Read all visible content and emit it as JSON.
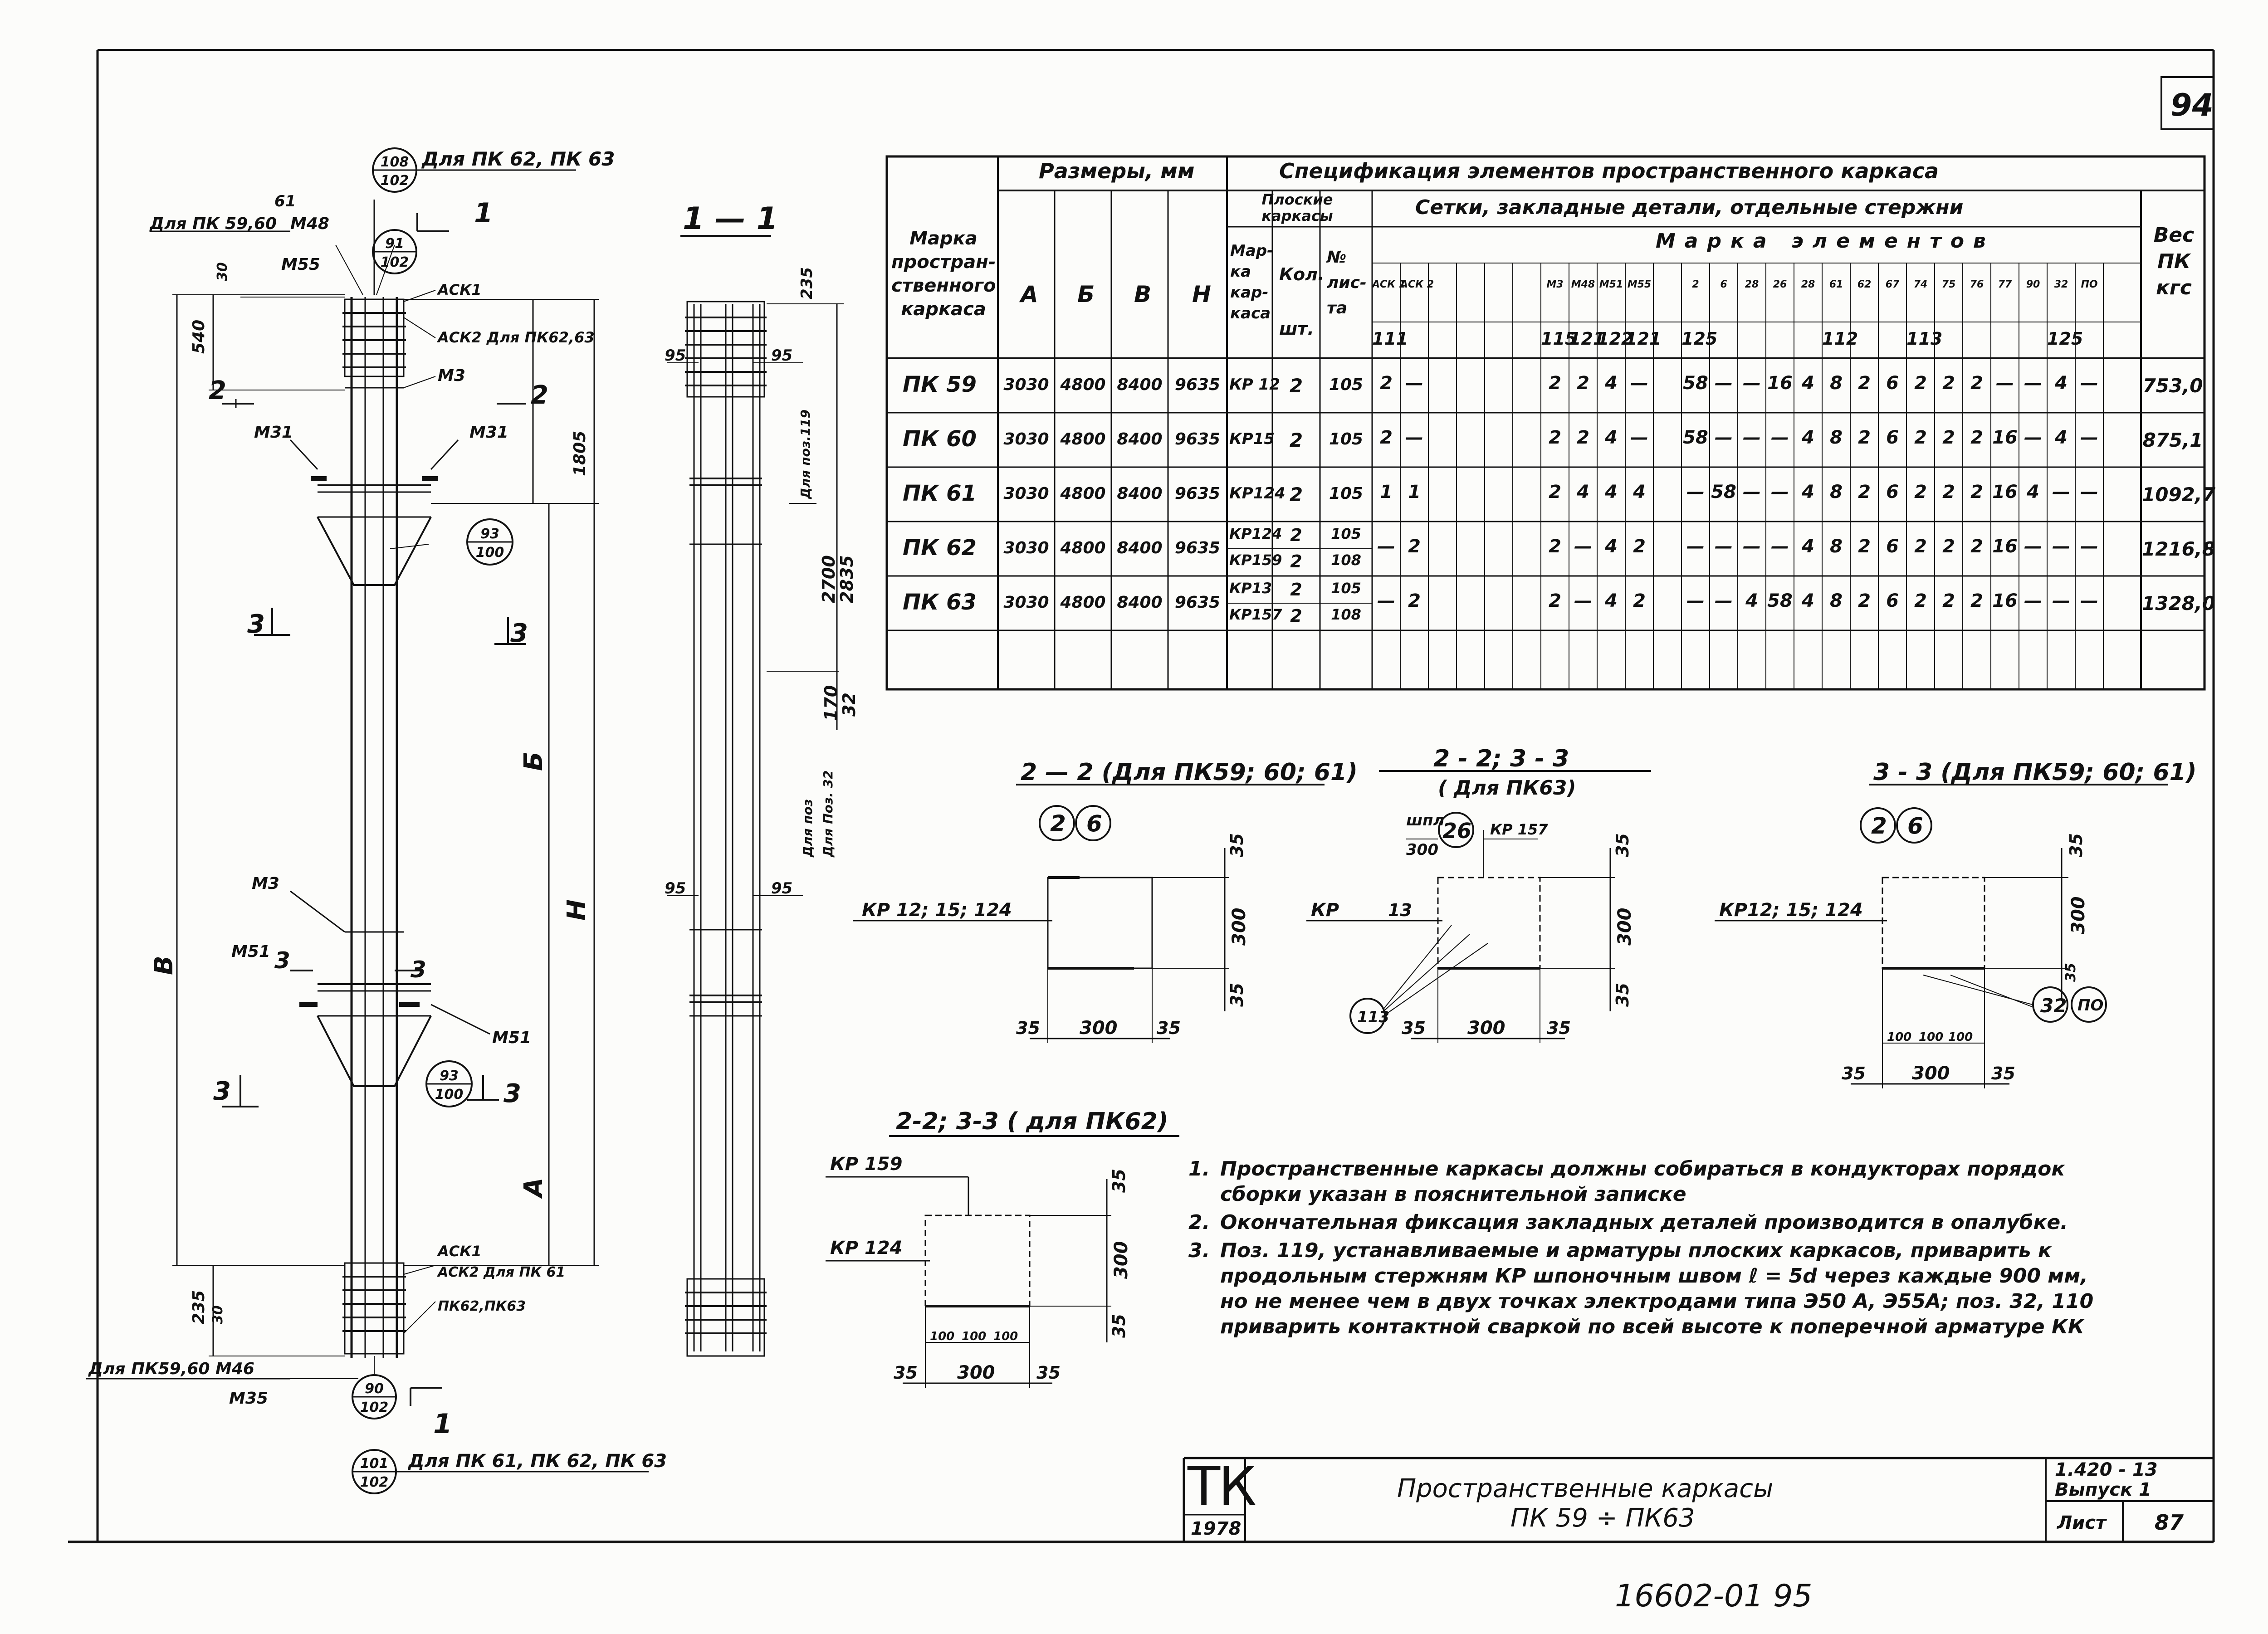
{
  "sheet": {
    "corner_number": "94",
    "handwritten_bottom": "16602-01 95"
  },
  "elevation": {
    "callouts_top": [
      {
        "top": "108",
        "bottom": "102"
      },
      {
        "top": "91",
        "bottom": "102"
      }
    ],
    "callouts_side": [
      {
        "top": "93",
        "bottom": "100"
      },
      {
        "top": "93",
        "bottom": "100"
      }
    ],
    "callouts_bottom": [
      {
        "top": "90",
        "bottom": "102"
      },
      {
        "top": "101",
        "bottom": "102"
      }
    ],
    "labels": {
      "for_pk62_63_top": "Для ПК 62, ПК 63",
      "for_pk59_60": "Для ПК 59,60",
      "m48": "М48",
      "m55": "М55",
      "dim_61": "61",
      "dim_30": "30",
      "dim_540": "540",
      "ask1": "АСК1",
      "ask2_top": "АСК2 Для ПК62,63",
      "m3": "М3",
      "m31": "М31",
      "m51": "М51",
      "dim_1805": "1805",
      "label_b_big": "Б",
      "label_h": "H",
      "label_v": "В",
      "label_a": "А",
      "ask1_b": "АСК1",
      "ask2_bot": "АСК2 Для ПК 61",
      "pk62_63": "ПК62,ПК63",
      "dim_235": "235",
      "dim_30b": "30",
      "for_pk59_60_m46": "Для ПК59,60 М46",
      "m35": "М35",
      "for_pk61_62_63": "Для ПК 61, ПК 62, ПК 63",
      "cut_1": "1",
      "cut_2": "2",
      "cut_3": "3"
    }
  },
  "section11": {
    "title": "1 — 1",
    "dim_235": "235",
    "dim_95": "95",
    "for_poz119": "Для поз.119",
    "dim_2700": "2700",
    "dim_2835": "2835",
    "dim_170": "170",
    "dim_32": "32",
    "for_poz": "Для поз",
    "for_poz32": "Для Поз. 32"
  },
  "table": {
    "header_mark": "Марка простран-ственного каркаса",
    "header_sizes": "Размеры, мм",
    "header_spec": "Спецификация элементов пространственного каркаса",
    "header_flat": "Плоские каркасы",
    "header_meshes": "Сетки, закладные детали, отдельные стержни",
    "header_marks": "Марка элементов",
    "header_weight": "Вес ПК кгс",
    "cols_sizes": [
      "А",
      "Б",
      "В",
      "Н"
    ],
    "col_mark": "Мар-ка кар-каса",
    "col_qty": "Кол. шт.",
    "col_sheet": "№ лис-та",
    "sub_top": [
      "АСК 1",
      "АСК 2",
      "",
      "",
      "",
      "",
      "М3",
      "М48",
      "М51",
      "М55",
      "",
      "2",
      "6",
      "28",
      "26",
      "28",
      "61",
      "62",
      "67",
      "74",
      "75",
      "76",
      "77",
      "90",
      "32",
      "ПО"
    ],
    "sub_bot": [
      "111",
      "",
      "",
      "",
      "",
      "",
      "115",
      "121",
      "122",
      "121",
      "",
      "125",
      "",
      "",
      "",
      "",
      "112",
      "",
      "",
      "113",
      "",
      "",
      "",
      "",
      "125",
      ""
    ],
    "rows": [
      {
        "mark": "ПК 59",
        "a": "3030",
        "b": "4800",
        "v": "8400",
        "h": "9635",
        "kp": "КР 12",
        "qty": "2",
        "sheet": "105",
        "cells": [
          "2",
          "—",
          "",
          "",
          "",
          "",
          "2",
          "2",
          "4",
          "—",
          "",
          "58",
          "—",
          "—",
          "16",
          "4",
          "8",
          "2",
          "6",
          "2",
          "2",
          "2",
          "—",
          "—",
          "4",
          "—"
        ],
        "weight": "753,0"
      },
      {
        "mark": "ПК 60",
        "a": "3030",
        "b": "4800",
        "v": "8400",
        "h": "9635",
        "kp": "КР15",
        "qty": "2",
        "sheet": "105",
        "cells": [
          "2",
          "—",
          "",
          "",
          "",
          "",
          "2",
          "2",
          "4",
          "—",
          "",
          "58",
          "—",
          "—",
          "—",
          "4",
          "8",
          "2",
          "6",
          "2",
          "2",
          "2",
          "16",
          "—",
          "4",
          "—"
        ],
        "weight": "875,1"
      },
      {
        "mark": "ПК 61",
        "a": "3030",
        "b": "4800",
        "v": "8400",
        "h": "9635",
        "kp": "КР124",
        "qty": "2",
        "sheet": "105",
        "cells": [
          "1",
          "1",
          "",
          "",
          "",
          "",
          "2",
          "4",
          "4",
          "4",
          "",
          "—",
          "58",
          "—",
          "—",
          "4",
          "8",
          "2",
          "6",
          "2",
          "2",
          "2",
          "16",
          "4",
          "—",
          "—"
        ],
        "weight": "1092,7"
      },
      {
        "mark": "ПК 62",
        "a": "3030",
        "b": "4800",
        "v": "8400",
        "h": "9635",
        "kp": "КР124",
        "kp2": "КР159",
        "qty": "2",
        "qty2": "2",
        "sheet": "105",
        "sheet2": "108",
        "cells": [
          "—",
          "2",
          "",
          "",
          "",
          "",
          "2",
          "—",
          "4",
          "2",
          "",
          "—",
          "—",
          "—",
          "—",
          "4",
          "8",
          "2",
          "6",
          "2",
          "2",
          "2",
          "16",
          "—",
          "—",
          "—"
        ],
        "weight": "1216,8"
      },
      {
        "mark": "ПК 63",
        "a": "3030",
        "b": "4800",
        "v": "8400",
        "h": "9635",
        "kp": "КР13",
        "kp2": "КР157",
        "qty": "2",
        "qty2": "2",
        "sheet": "105",
        "sheet2": "108",
        "cells": [
          "—",
          "2",
          "",
          "",
          "",
          "",
          "2",
          "—",
          "4",
          "2",
          "",
          "—",
          "—",
          "4",
          "58",
          "4",
          "8",
          "2",
          "6",
          "2",
          "2",
          "2",
          "16",
          "—",
          "—",
          "—"
        ],
        "weight": "1328,0"
      }
    ]
  },
  "sections": {
    "s22": {
      "title": "2 — 2 (Для ПК59; 60; 61)",
      "c1": "2",
      "c2": "6",
      "kp": "КР 12; 15; 124",
      "d35a": "35",
      "d300": "300",
      "d35b": "35",
      "d35c": "35",
      "d300b": "300",
      "d35d": "35"
    },
    "s2233": {
      "title": "2 - 2;  3 - 3",
      "sub": "( Для ПК63)",
      "shpl": "шпл",
      "shpl300": "300",
      "c1": "26",
      "kp159": "КР 157",
      "kp": "КР",
      "kp13": "13",
      "c113": "113",
      "d35a": "35",
      "d300": "300",
      "d35b": "35",
      "d35c": "35",
      "d300b": "300",
      "d35d": "35"
    },
    "s33": {
      "title": "3 - 3 (Для ПК59; 60; 61)",
      "c1": "2",
      "c2": "6",
      "kp": "КР12; 15; 124",
      "d35a": "35",
      "d300": "300",
      "d35b": "35",
      "d100a": "100",
      "d100b": "100",
      "d100c": "100",
      "d35c": "35",
      "d300b": "300",
      "d35d": "35",
      "c32": "32",
      "cpo": "ПО"
    },
    "s2262": {
      "title": "2-2; 3-3 ( для ПК62)",
      "kp159": "КР 159",
      "kp124": "КР 124",
      "d35a": "35",
      "d300": "300",
      "d35b": "35",
      "d100a": "100",
      "d100b": "100",
      "d100c": "100",
      "d35c": "35",
      "d300b": "300",
      "d35d": "35"
    }
  },
  "notes": [
    {
      "num": "1.",
      "text": "Пространственные каркасы должны собираться в кондукторах порядок сборки указан в пояснительной записке"
    },
    {
      "num": "2.",
      "text": "Окончательная фиксация закладных деталей производится в опалубке."
    },
    {
      "num": "3.",
      "text": "Поз. 119, устанавливаемые и арматуры плоских каркасов, приварить к продольным стержням КР шпоночным швом ℓ = 5d через каждые 900 мм, но не менее чем в двух точках электродами типа Э50 А, Э55А; поз. 32, 110 приварить контактной сваркой по всей высоте к поперечной арматуре КК"
    }
  ],
  "title_block": {
    "logo": "ТК",
    "year": "1978",
    "title_line1": "Пространственные каркасы",
    "title_line2": "ПК 59 ÷ ПК63",
    "series": "1.420 - 13",
    "issue": "Выпуск 1",
    "sheet_label": "Лист",
    "sheet_no": "87"
  }
}
